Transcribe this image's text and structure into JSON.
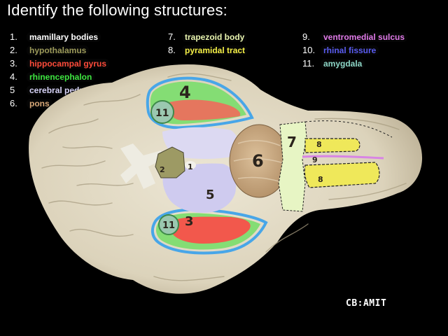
{
  "title": "Identify the following structures:",
  "legend": [
    {
      "num": "1.",
      "label": "mamillary bodies",
      "color": "#ffffff"
    },
    {
      "num": "2.",
      "label": "hypothalamus",
      "color": "#9c9a5a"
    },
    {
      "num": "3.",
      "label": "hippocampal gyrus",
      "color": "#ff4b3a"
    },
    {
      "num": "4.",
      "label": "rhinencephalon",
      "color": "#3ee640"
    },
    {
      "num": "5",
      "label": "cerebral peduncles",
      "color": "#d6d2f6"
    },
    {
      "num": "6.",
      "label": "pons",
      "color": "#d8a878"
    },
    {
      "num": "7.",
      "label": "trapezoid body",
      "color": "#e9f5b0"
    },
    {
      "num": "8.",
      "label": "pyramidal tract",
      "color": "#f5f046"
    },
    {
      "num": "9.",
      "label": "ventromedial sulcus",
      "color": "#e07ae8"
    },
    {
      "num": "10.",
      "label": "rhinal fissure",
      "color": "#5a5cf0"
    },
    {
      "num": "11.",
      "label": "amygdala",
      "color": "#8ed8c8"
    }
  ],
  "marks": {
    "m1": "1",
    "m2": "2",
    "m3": "3",
    "m4": "4",
    "m5": "5",
    "m6": "6",
    "m7": "7",
    "m8a": "8",
    "m8b": "8",
    "m9": "9",
    "m11a": "11",
    "m11b": "11"
  },
  "credit": "CB:AMIT",
  "colors": {
    "background": "#000000",
    "brain": "#e4ddc8",
    "hippocampal": "#f2584c",
    "rhinencephalon": "#6fe06a",
    "rhinal_fissure": "#48a6e8",
    "pons": "#c9a87e",
    "peduncles": "#cfcbef",
    "hypothalamus": "#9d9a64",
    "trapezoid": "#e7f5c4",
    "pyramidal": "#efe85a",
    "ventromedial": "#d884e4",
    "amygdala": "#9bc8b0"
  }
}
